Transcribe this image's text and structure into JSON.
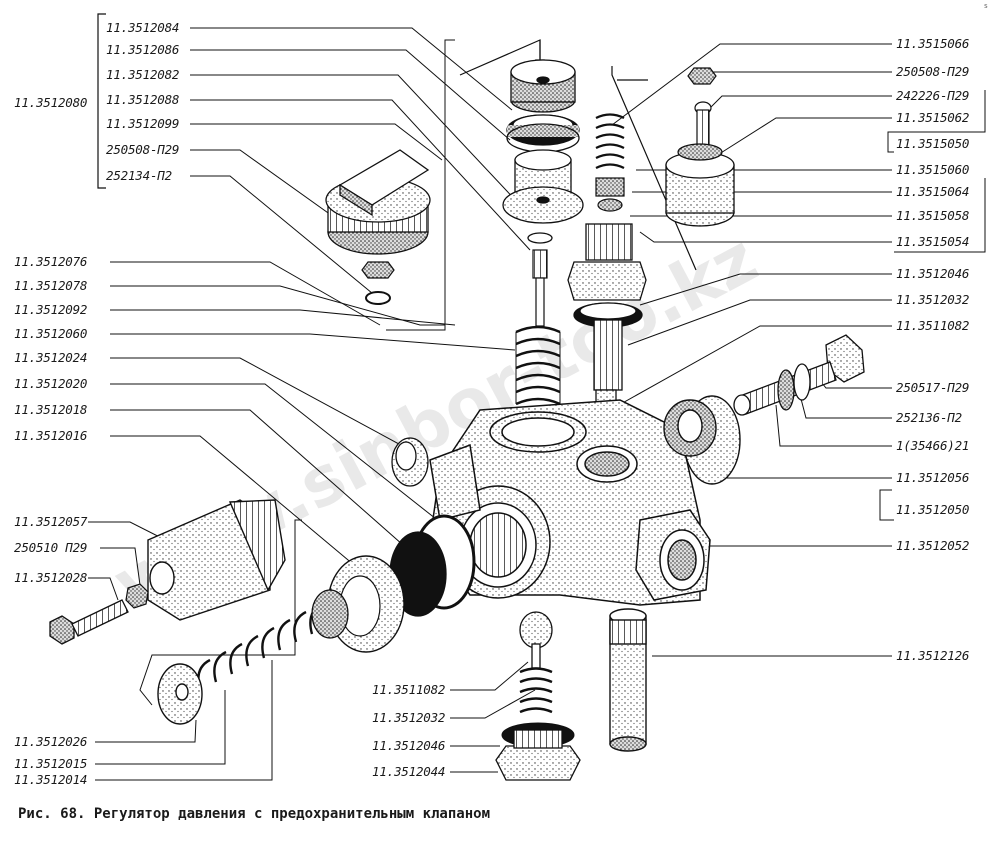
{
  "caption": "Рис. 68. Регулятор давления с предохранительным клапаном",
  "corner_mark": "s",
  "watermark": "www.sinbor-too.kz",
  "group_label": "11.3512080",
  "labels": {
    "l_3512084": "11.3512084",
    "l_3512086": "11.3512086",
    "l_3512082": "11.3512082",
    "l_3512088": "11.3512088",
    "l_3512099": "11.3512099",
    "l_250508a": "250508-П29",
    "l_252134": "252134-П2",
    "l_3512076": "11.3512076",
    "l_3512078": "11.3512078",
    "l_3512092": "11.3512092",
    "l_3512060": "11.3512060",
    "l_3512024": "11.3512024",
    "l_3512020": "11.3512020",
    "l_3512018": "11.3512018",
    "l_3512016": "11.3512016",
    "l_3512057": "11.3512057",
    "l_250510": "250510 П29",
    "l_3512028": "11.3512028",
    "l_3512026": "11.3512026",
    "l_3512015": "11.3512015",
    "l_3512014": "11.3512014",
    "l_3511082b": "11.3511082",
    "l_3512032b": "11.3512032",
    "l_3512046b": "11.3512046",
    "l_3512044": "11.3512044",
    "r_3515066": "11.3515066",
    "r_250508b": "250508-П29",
    "r_242226": "242226-П29",
    "r_3515062": "11.3515062",
    "r_3515050": "11.3515050",
    "r_3515060": "11.3515060",
    "r_3515064": "11.3515064",
    "r_3515058": "11.3515058",
    "r_3515054": "11.3515054",
    "r_3512046": "11.3512046",
    "r_3512032": "11.3512032",
    "r_3511082": "11.3511082",
    "r_250517": "250517-П29",
    "r_252136": "252136-П2",
    "r_35466": "1(35466)21",
    "r_3512056": "11.3512056",
    "r_3512050": "11.3512050",
    "r_3512052": "11.3512052",
    "r_3512126": "11.3512126"
  }
}
